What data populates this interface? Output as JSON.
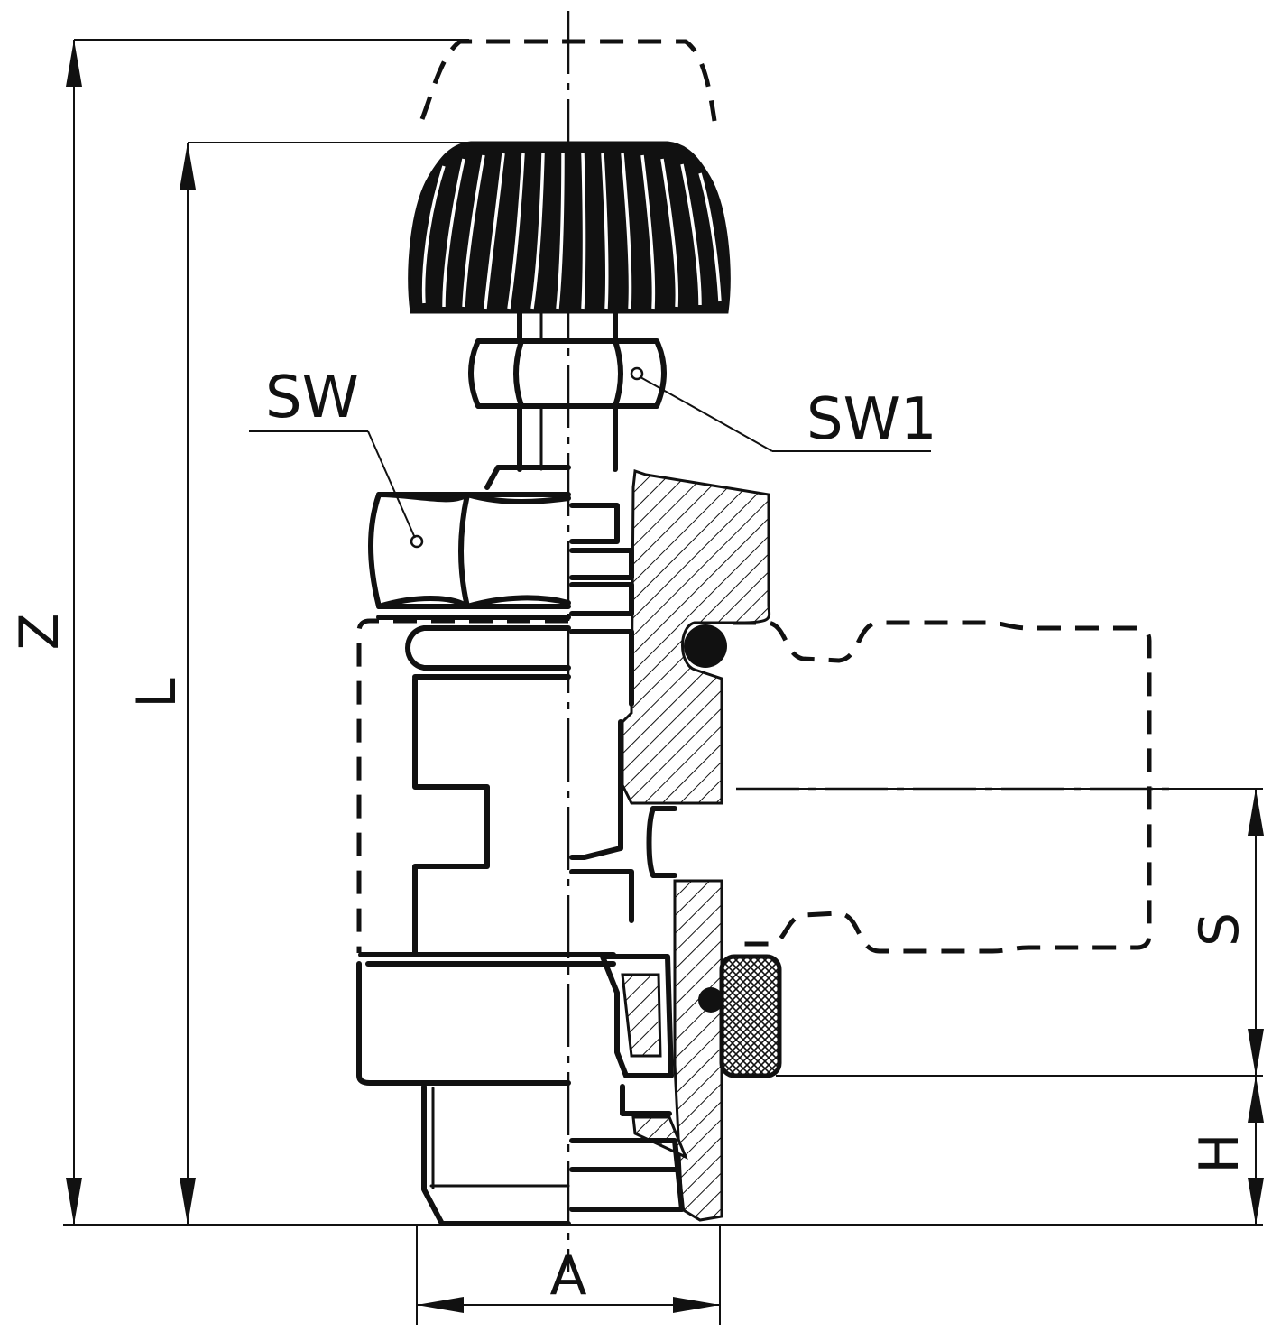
{
  "labels": {
    "sw": "SW",
    "sw1": "SW1",
    "z": "Z",
    "l": "L",
    "s": "S",
    "h": "H",
    "a": "A"
  },
  "colors": {
    "ink": "#111111",
    "paper": "#ffffff"
  }
}
